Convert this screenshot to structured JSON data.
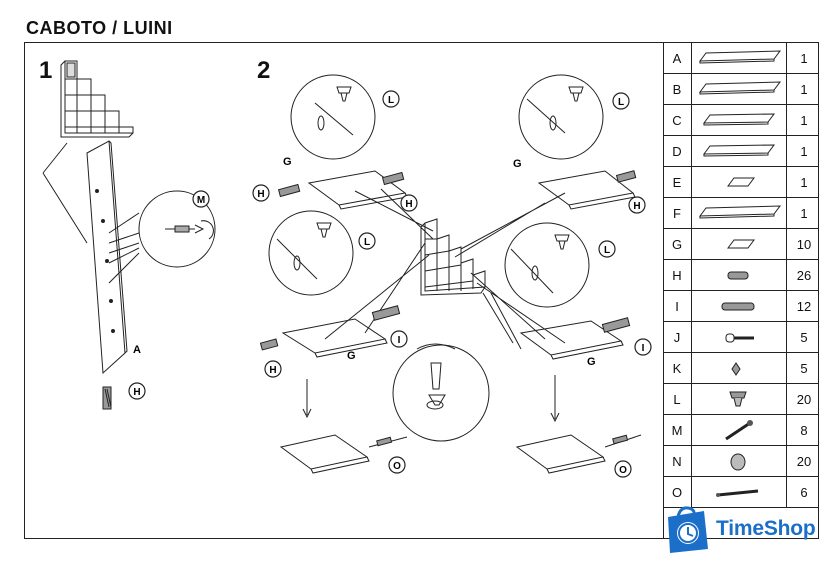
{
  "document": {
    "title": "CABOTO / LUINI"
  },
  "steps": {
    "step1": "1",
    "step2": "2"
  },
  "callouts": {
    "M": "M",
    "H": "H",
    "A": "A",
    "G": "G",
    "L": "L",
    "I": "I",
    "O": "O"
  },
  "parts": [
    {
      "letter": "A",
      "qty": "1",
      "icon": "long-panel-icon"
    },
    {
      "letter": "B",
      "qty": "1",
      "icon": "long-panel-icon"
    },
    {
      "letter": "C",
      "qty": "1",
      "icon": "panel-icon"
    },
    {
      "letter": "D",
      "qty": "1",
      "icon": "panel-icon"
    },
    {
      "letter": "E",
      "qty": "1",
      "icon": "small-panel-icon"
    },
    {
      "letter": "F",
      "qty": "1",
      "icon": "long-panel-icon"
    },
    {
      "letter": "G",
      "qty": "10",
      "icon": "small-panel-icon"
    },
    {
      "letter": "H",
      "qty": "26",
      "icon": "dowel-icon"
    },
    {
      "letter": "I",
      "qty": "12",
      "icon": "long-dowel-icon"
    },
    {
      "letter": "J",
      "qty": "5",
      "icon": "screw-icon"
    },
    {
      "letter": "K",
      "qty": "5",
      "icon": "cam-pin-icon"
    },
    {
      "letter": "L",
      "qty": "20",
      "icon": "cam-lock-icon"
    },
    {
      "letter": "M",
      "qty": "8",
      "icon": "bolt-icon"
    },
    {
      "letter": "N",
      "qty": "20",
      "icon": "cap-icon"
    },
    {
      "letter": "O",
      "qty": "6",
      "icon": "shelf-pin-icon"
    }
  ],
  "brand": {
    "name": "TimeShop",
    "color": "#1b6fc8",
    "icon": "shopping-bag-clock-icon"
  }
}
